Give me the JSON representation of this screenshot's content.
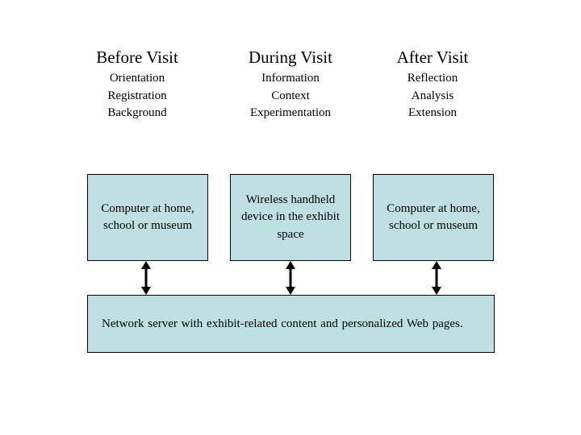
{
  "columns": [
    {
      "heading": "Before Visit",
      "items": [
        "Orientation",
        "Registration",
        "Background"
      ],
      "device": "Computer at home, school or museum"
    },
    {
      "heading": "During Visit",
      "items": [
        "Information",
        "Context",
        "Experimentation"
      ],
      "device": "Wireless handheld device in the exhibit space"
    },
    {
      "heading": "After Visit",
      "items": [
        "Reflection",
        "Analysis",
        "Extension"
      ],
      "device": "Computer at home, school or museum"
    }
  ],
  "server": {
    "label": "Network server with exhibit-related content and personalized Web pages."
  },
  "colors": {
    "box_fill": "#bfe0e2",
    "outline": "#000000"
  }
}
